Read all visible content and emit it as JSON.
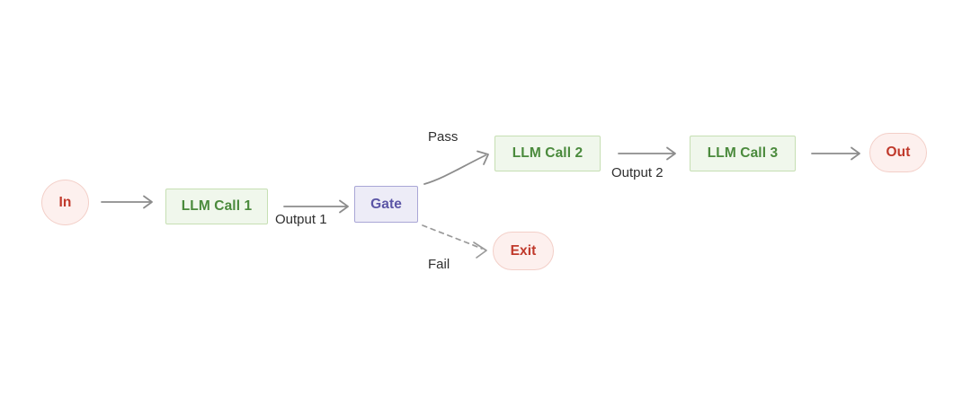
{
  "diagram": {
    "type": "flowchart",
    "title": "",
    "orientation": "left-to-right",
    "background_color": "#ffffff",
    "nodes": [
      {
        "id": "in",
        "label": "In",
        "shape": "circle",
        "role": "start-terminal",
        "fill": "#fdf0ee",
        "stroke": "#f3cfc8",
        "text_color": "#c0392b"
      },
      {
        "id": "llm1",
        "label": "LLM Call 1",
        "shape": "rectangle",
        "role": "process",
        "fill": "#f0f7ec",
        "stroke": "#c6dfb3",
        "text_color": "#4a8a3c"
      },
      {
        "id": "gate",
        "label": "Gate",
        "shape": "rectangle",
        "role": "decision",
        "fill": "#edecf7",
        "stroke": "#a9a6d6",
        "text_color": "#5b55a6"
      },
      {
        "id": "llm2",
        "label": "LLM Call 2",
        "shape": "rectangle",
        "role": "process",
        "fill": "#f0f7ec",
        "stroke": "#c6dfb3",
        "text_color": "#4a8a3c"
      },
      {
        "id": "llm3",
        "label": "LLM Call 3",
        "shape": "rectangle",
        "role": "process",
        "fill": "#f0f7ec",
        "stroke": "#c6dfb3",
        "text_color": "#4a8a3c"
      },
      {
        "id": "out",
        "label": "Out",
        "shape": "pill",
        "role": "end-terminal",
        "fill": "#fdf0ee",
        "stroke": "#f3cfc8",
        "text_color": "#c0392b"
      },
      {
        "id": "exit",
        "label": "Exit",
        "shape": "pill",
        "role": "end-terminal",
        "fill": "#fdf0ee",
        "stroke": "#f3cfc8",
        "text_color": "#c0392b"
      }
    ],
    "edges": [
      {
        "id": "e1",
        "from": "in",
        "to": "llm1",
        "label": "",
        "style": "solid",
        "color": "#8c8c8c"
      },
      {
        "id": "e2",
        "from": "llm1",
        "to": "gate",
        "label": "Output 1",
        "style": "solid",
        "color": "#8c8c8c"
      },
      {
        "id": "e3",
        "from": "gate",
        "to": "llm2",
        "label": "Pass",
        "style": "solid",
        "color": "#8c8c8c"
      },
      {
        "id": "e4",
        "from": "gate",
        "to": "exit",
        "label": "Fail",
        "style": "dashed",
        "color": "#8c8c8c"
      },
      {
        "id": "e5",
        "from": "llm2",
        "to": "llm3",
        "label": "Output 2",
        "style": "solid",
        "color": "#8c8c8c"
      },
      {
        "id": "e6",
        "from": "llm3",
        "to": "out",
        "label": "",
        "style": "solid",
        "color": "#8c8c8c"
      }
    ],
    "edge_labels": {
      "output1": "Output 1",
      "output2": "Output 2",
      "pass": "Pass",
      "fail": "Fail"
    }
  }
}
